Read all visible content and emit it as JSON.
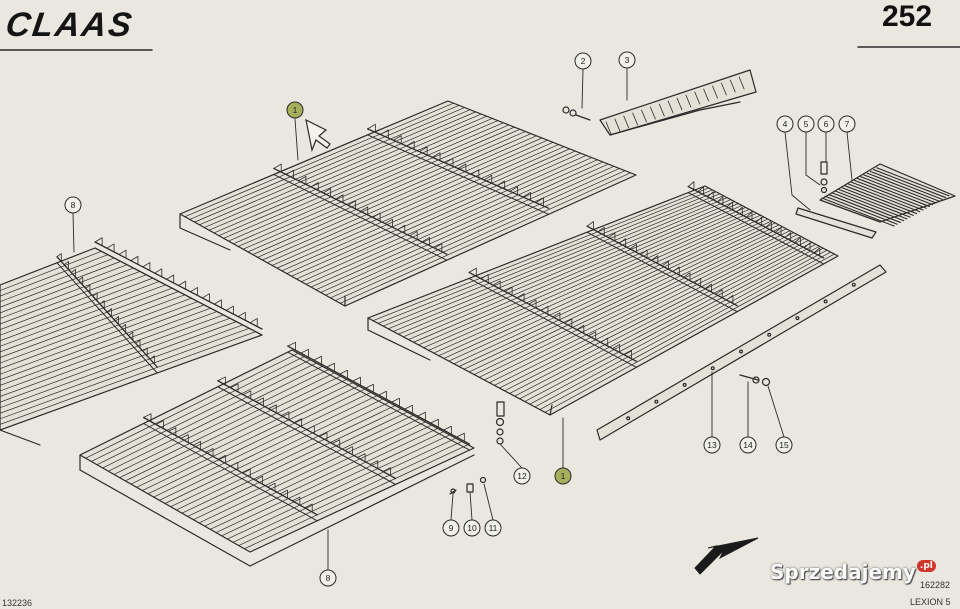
{
  "header": {
    "brand_logo": "CLAAS",
    "page_number": "252"
  },
  "callouts": [
    "1",
    "2",
    "3",
    "4",
    "5",
    "6",
    "7",
    "8",
    "8",
    "9",
    "10",
    "11",
    "12",
    "13",
    "14",
    "15",
    "1"
  ],
  "footer": {
    "drawing_code_left": "132236",
    "drawing_code_right": "162282",
    "model": "LEXION 5",
    "watermark": "Sprzedajemy",
    "watermark_tld": ".pl"
  },
  "colors": {
    "paper": "#e9e7df",
    "line": "#2a2a2a",
    "highlight": "#a5b05b"
  },
  "icons": [
    "cursor-arrow-icon",
    "direction-arrow-icon"
  ]
}
